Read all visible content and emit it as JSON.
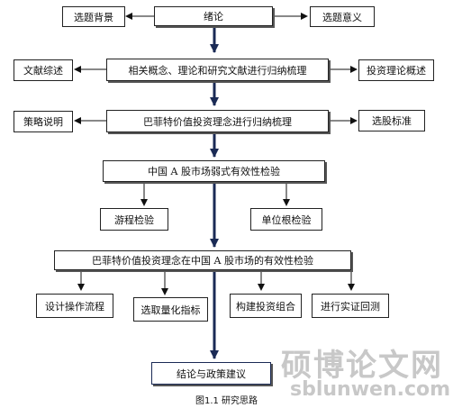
{
  "boxes": {
    "intro": "绪论",
    "topic_background": "选题背景",
    "topic_significance": "选题意义",
    "literature_sorting": "相关概念、理论和研究文献进行归纳梳理",
    "literature_review": "文献综述",
    "investment_theory_overview": "投资理论概述",
    "buffett_sorting": "巴菲特价值投资理念进行归纳梳理",
    "strategy_description": "策略说明",
    "stock_selection_criteria": "选股标准",
    "weak_form_test": "中国 A 股市场弱式有效性检验",
    "runs_test": "游程检验",
    "unit_root_test": "单位根检验",
    "effectiveness_test": "巴菲特价值投资理念在中国 A 股市场的有效性检验",
    "design_process": "设计操作流程",
    "select_indicators": "选取量化指标",
    "build_portfolio": "构建投资组合",
    "backtest": "进行实证回测",
    "conclusion": "结论与政策建议"
  },
  "caption": "图1.1  研究思路",
  "watermark": {
    "text_cn": "硕博论文网",
    "text_url": "sblunwen.com"
  }
}
